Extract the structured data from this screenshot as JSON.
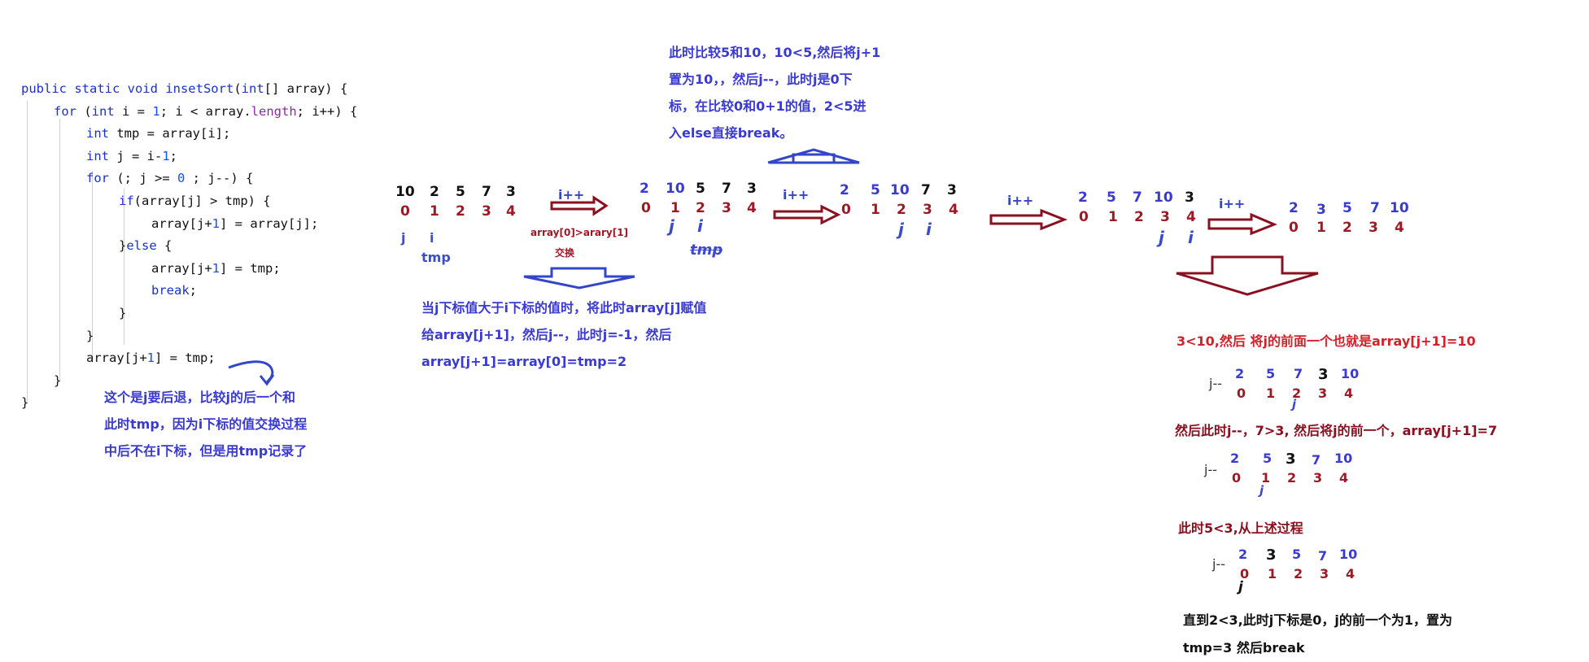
{
  "code": {
    "lines": [
      [
        {
          "t": "public static void ",
          "c": "kw"
        },
        {
          "t": "insetSort",
          "c": "kw"
        },
        {
          "t": "(",
          "c": ""
        },
        {
          "t": "int",
          "c": "kw"
        },
        {
          "t": "[] array) {",
          "c": ""
        }
      ],
      [
        {
          "t": "for",
          "c": "kw"
        },
        {
          "t": " (",
          "c": ""
        },
        {
          "t": "int",
          "c": "kw"
        },
        {
          "t": " i = ",
          "c": ""
        },
        {
          "t": "1",
          "c": "num"
        },
        {
          "t": "; i < array.",
          "c": ""
        },
        {
          "t": "length",
          "c": "fld"
        },
        {
          "t": "; i++) {",
          "c": ""
        }
      ],
      [
        {
          "t": "int",
          "c": "kw"
        },
        {
          "t": " tmp = array[i];",
          "c": ""
        }
      ],
      [
        {
          "t": "int",
          "c": "kw"
        },
        {
          "t": " j = i-",
          "c": ""
        },
        {
          "t": "1",
          "c": "num"
        },
        {
          "t": ";",
          "c": ""
        }
      ],
      [
        {
          "t": "for",
          "c": "kw"
        },
        {
          "t": " (; j >= ",
          "c": ""
        },
        {
          "t": "0",
          "c": "num"
        },
        {
          "t": " ; j--) {",
          "c": ""
        }
      ],
      [
        {
          "t": "if",
          "c": "kw"
        },
        {
          "t": "(array[j] > tmp) {",
          "c": ""
        }
      ],
      [
        {
          "t": "array[j+",
          "c": ""
        },
        {
          "t": "1",
          "c": "num"
        },
        {
          "t": "] = array[j];",
          "c": ""
        }
      ],
      [
        {
          "t": "}",
          "c": ""
        },
        {
          "t": "else",
          "c": "kw"
        },
        {
          "t": " {",
          "c": ""
        }
      ],
      [
        {
          "t": "array[j+",
          "c": ""
        },
        {
          "t": "1",
          "c": "num"
        },
        {
          "t": "] = tmp;",
          "c": ""
        }
      ],
      [
        {
          "t": "break",
          "c": "kw"
        },
        {
          "t": ";",
          "c": ""
        }
      ],
      [
        {
          "t": "}",
          "c": ""
        }
      ],
      [
        {
          "t": "}",
          "c": ""
        }
      ],
      [
        {
          "t": "array[j+",
          "c": ""
        },
        {
          "t": "1",
          "c": "num"
        },
        {
          "t": "] = tmp;",
          "c": ""
        }
      ],
      [
        {
          "t": "}",
          "c": ""
        }
      ],
      [
        {
          "t": "}",
          "c": ""
        }
      ]
    ],
    "annotation": [
      "这个是j要后退，比较j的后一个和",
      "此时tmp，因为i下标的值交换过程",
      "中后不在i下标，但是用tmp记录了"
    ]
  },
  "step1": {
    "values": [
      "10",
      "2",
      "5",
      "7",
      "3"
    ],
    "indices": [
      "0",
      "1",
      "2",
      "3",
      "4"
    ],
    "pointers": [
      "j",
      "i"
    ],
    "tmp_label": "tmp",
    "arrow_label": "i++",
    "compare_label": "array[0]>arary[1]",
    "swap_label": "交换",
    "explain": [
      "当j下标值大于i下标的值时，将此时array[j]赋值",
      "给array[j+1]，然后j--，此时j=-1，然后",
      "array[j+1]=array[0]=tmp=2"
    ]
  },
  "step2": {
    "values": [
      "2",
      "10",
      "5",
      "7",
      "3"
    ],
    "indices": [
      "0",
      "1",
      "2",
      "3",
      "4"
    ],
    "pointers": [
      "j",
      "i"
    ],
    "tmp_label": "tmp",
    "arrow_label": "i++",
    "explain": [
      "此时比较5和10，10<5,然后将j+1",
      "置为10，，然后j--，此时j是0下",
      "标，在比较0和0+1的值，2<5进",
      "入else直接break。"
    ]
  },
  "step3": {
    "values": [
      "2",
      "5",
      "10",
      "7",
      "3"
    ],
    "indices": [
      "0",
      "1",
      "2",
      "3",
      "4"
    ],
    "pointers": [
      "j",
      "i"
    ],
    "arrow_label": "i++"
  },
  "step4": {
    "values": [
      "2",
      "5",
      "7",
      "10",
      "3"
    ],
    "indices": [
      "0",
      "1",
      "2",
      "3",
      "4"
    ],
    "pointers": [
      "j",
      "i"
    ],
    "arrow_label": "i++"
  },
  "step5": {
    "values": [
      "2",
      "3",
      "5",
      "7",
      "10"
    ],
    "indices": [
      "0",
      "1",
      "2",
      "3",
      "4"
    ]
  },
  "detail": {
    "line1": "3<10,然后 将j的前面一个也就是array[j+1]=10",
    "row1": {
      "label": "j--",
      "values": [
        "2",
        "5",
        "7",
        "3",
        "10"
      ],
      "indices": [
        "0",
        "1",
        "2",
        "3",
        "4"
      ],
      "pointer": "j"
    },
    "line2": "然后此时j--，7>3, 然后将j的前一个，array[j+1]=7",
    "row2": {
      "label": "j--",
      "values": [
        "2",
        "5",
        "3",
        "7",
        "10"
      ],
      "indices": [
        "0",
        "1",
        "2",
        "3",
        "4"
      ],
      "pointer": "j"
    },
    "line3": "此时5<3,从上述过程",
    "row3": {
      "label": "j--",
      "values": [
        "2",
        "3",
        "5",
        "7",
        "10"
      ],
      "indices": [
        "0",
        "1",
        "2",
        "3",
        "4"
      ],
      "pointer": "j"
    },
    "line4": [
      "直到2<3,此时j下标是0，j的前一个为1，置为",
      "tmp=3   然后break"
    ]
  },
  "colors": {
    "blue": "#3a3ad0",
    "darkred": "#8a1020",
    "red": "#d0222a",
    "arrowblue": "#3346c8",
    "arrowred": "#8a1020"
  }
}
